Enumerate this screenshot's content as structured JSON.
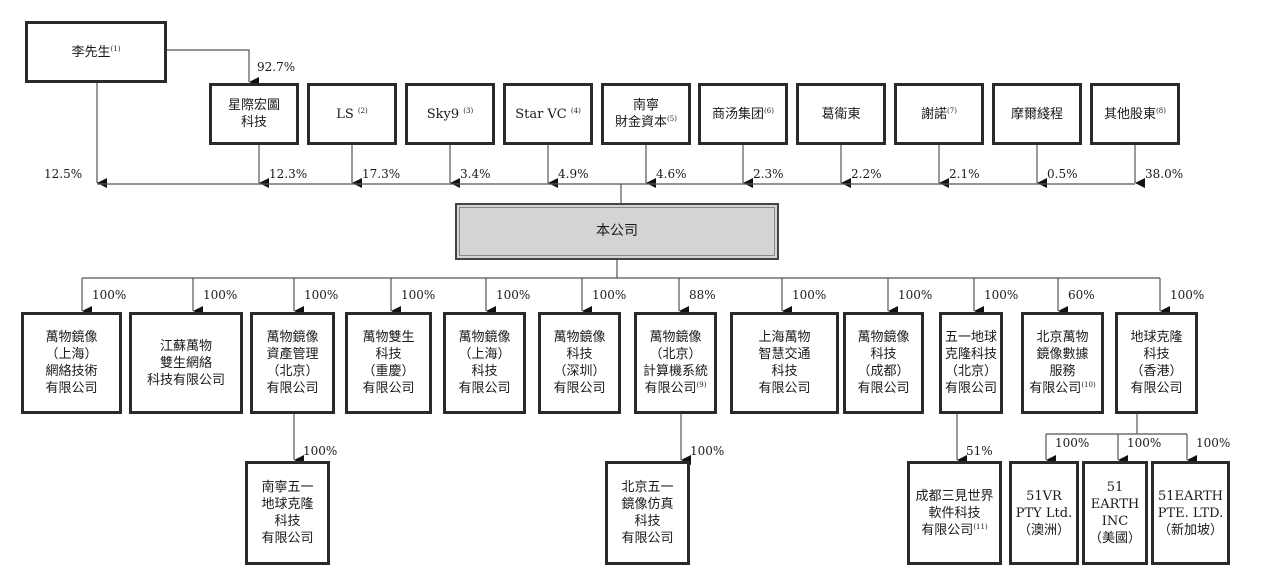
{
  "diagram": {
    "person": {
      "name": "李先生",
      "note": "(1)",
      "pct_to_company": "12.5%",
      "pct_to_holding": "92.7%"
    },
    "company": {
      "name": "本公司"
    },
    "shareholders": [
      {
        "name": "星際宏圖\n科技",
        "note": "",
        "pct": "12.3%"
      },
      {
        "name": "LS ",
        "note": "(2)",
        "pct": "17.3%"
      },
      {
        "name": "Sky9 ",
        "note": "(3)",
        "pct": "3.4%"
      },
      {
        "name": "Star VC ",
        "note": "(4)",
        "pct": "4.9%"
      },
      {
        "name": "南寧\n財金資本",
        "note": "(5)",
        "pct": "4.6%"
      },
      {
        "name": "商汤集团",
        "note": "(6)",
        "pct": "2.3%"
      },
      {
        "name": "葛衛東",
        "note": "",
        "pct": "2.2%"
      },
      {
        "name": "謝諾",
        "note": "(7)",
        "pct": "2.1%"
      },
      {
        "name": "摩爾綫程",
        "note": "",
        "pct": "0.5%"
      },
      {
        "name": "其他股東",
        "note": "(8)",
        "pct": "38.0%"
      }
    ],
    "subsidiaries": [
      {
        "name": "萬物鏡像\n（上海）\n網絡技術\n有限公司",
        "note": "",
        "pct": "100%"
      },
      {
        "name": "江蘇萬物\n雙生網絡\n科技有限公司",
        "note": "",
        "pct": "100%"
      },
      {
        "name": "萬物鏡像\n資產管理\n（北京）\n有限公司",
        "note": "",
        "pct": "100%"
      },
      {
        "name": "萬物雙生\n科技\n（重慶）\n有限公司",
        "note": "",
        "pct": "100%"
      },
      {
        "name": "萬物鏡像\n（上海）\n科技\n有限公司",
        "note": "",
        "pct": "100%"
      },
      {
        "name": "萬物鏡像\n科技\n（深圳）\n有限公司",
        "note": "",
        "pct": "100%"
      },
      {
        "name": "萬物鏡像\n（北京）\n計算機系統\n有限公司",
        "note": "(9)",
        "pct": "88%"
      },
      {
        "name": "上海萬物\n智慧交通\n科技\n有限公司",
        "note": "",
        "pct": "100%"
      },
      {
        "name": "萬物鏡像\n科技\n（成都）\n有限公司",
        "note": "",
        "pct": "100%"
      },
      {
        "name": "五一地球\n克隆科技\n（北京）\n有限公司",
        "note": "",
        "pct": "100%"
      },
      {
        "name": "北京萬物\n鏡像數據\n服務\n有限公司",
        "note": "(10)",
        "pct": "60%"
      },
      {
        "name": "地球克隆\n科技\n（香港）\n有限公司",
        "note": "",
        "pct": "100%"
      }
    ],
    "grandchildren": [
      {
        "parent": 2,
        "name": "南寧五一\n地球克隆\n科技\n有限公司",
        "note": "",
        "pct": "100%"
      },
      {
        "parent": 6,
        "name": "北京五一\n鏡像仿真\n科技\n有限公司",
        "note": "",
        "pct": "100%"
      },
      {
        "parent": 9,
        "name": "成都三見世界\n軟件科技\n有限公司",
        "note": "(11)",
        "pct": "51%"
      },
      {
        "parent": 11,
        "name": "51VR\nPTY Ltd.\n（澳洲）",
        "note": "",
        "pct": "100%"
      },
      {
        "parent": 11,
        "name": "51\nEARTH\nINC\n（美國）",
        "note": "",
        "pct": "100%"
      },
      {
        "parent": 11,
        "name": "51EARTH\nPTE. LTD.\n（新加坡）",
        "note": "",
        "pct": "100%"
      }
    ]
  }
}
